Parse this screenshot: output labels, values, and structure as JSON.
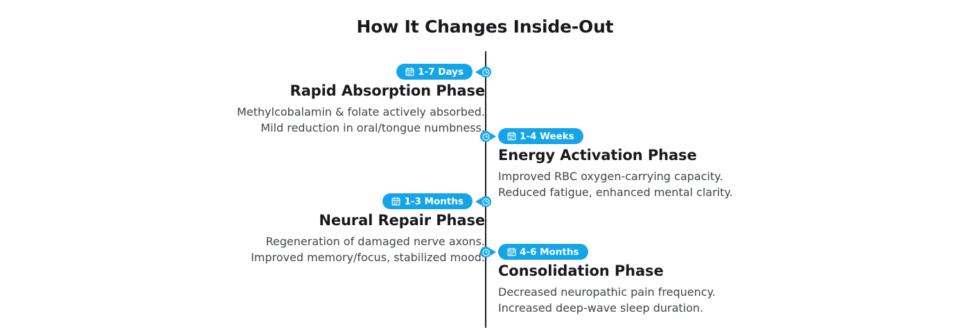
{
  "title": "How It Changes Inside-Out",
  "colors": {
    "accent": "#14a5e9",
    "title": "#17191c",
    "body": "#3f444a",
    "spine": "#1c1c1c",
    "background": "#ffffff"
  },
  "timeline": {
    "entries": [
      {
        "badge": "1-7 Days",
        "badge_icon": "calendar-icon",
        "marker_icon": "clock-icon",
        "side": "left",
        "title": "Rapid Absorption Phase",
        "lines": [
          "Methylcobalamin & folate actively absorbed.",
          "Mild reduction in oral/tongue numbness."
        ]
      },
      {
        "badge": "1-4 Weeks",
        "badge_icon": "calendar-icon",
        "marker_icon": "clock-icon",
        "side": "right",
        "title": "Energy Activation Phase",
        "lines": [
          "Improved RBC oxygen-carrying capacity.",
          "Reduced fatigue, enhanced mental clarity."
        ]
      },
      {
        "badge": "1-3 Months",
        "badge_icon": "calendar-icon",
        "marker_icon": "clock-icon",
        "side": "left",
        "title": "Neural Repair Phase",
        "lines": [
          "Regeneration of damaged nerve axons.",
          "Improved memory/focus, stabilized mood."
        ]
      },
      {
        "badge": "4-6 Months",
        "badge_icon": "calendar-icon",
        "marker_icon": "clock-icon",
        "side": "right",
        "title": "Consolidation Phase",
        "lines": [
          "Decreased neuropathic pain frequency.",
          "Increased deep-wave sleep duration."
        ]
      }
    ]
  }
}
